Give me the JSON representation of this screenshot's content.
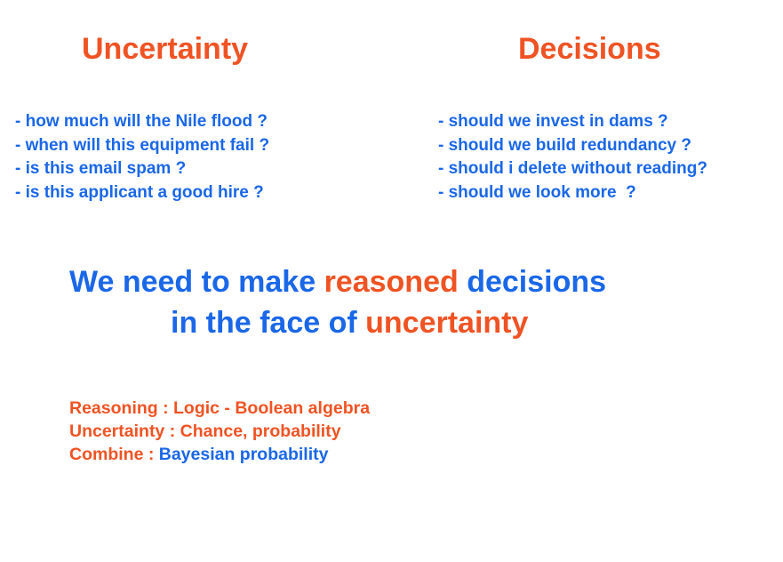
{
  "columns": {
    "uncertainty": {
      "title": "Uncertainty",
      "items": [
        "- how much will the Nile flood ?",
        "- when will this equipment fail ?",
        "- is this email spam ?",
        "- is this applicant a good hire ?"
      ]
    },
    "decisions": {
      "title": "Decisions",
      "items": [
        "- should we invest in dams ?",
        "- should we build redundancy ?",
        "- should i delete without reading?",
        "- should we look more  ?"
      ]
    }
  },
  "statement": {
    "line1_a": "We need to make ",
    "line1_b": "reasoned",
    "line1_c": " decisions",
    "line2_a": "in the face of ",
    "line2_b": "uncertainty"
  },
  "summary": {
    "reasoning": "Reasoning : Logic - Boolean algebra",
    "uncertainty": "Uncertainty : Chance, probability",
    "combine_label": "Combine : ",
    "combine_value": "Bayesian probability"
  },
  "colors": {
    "accent_orange": "#f05323",
    "accent_blue": "#1a67e8"
  }
}
